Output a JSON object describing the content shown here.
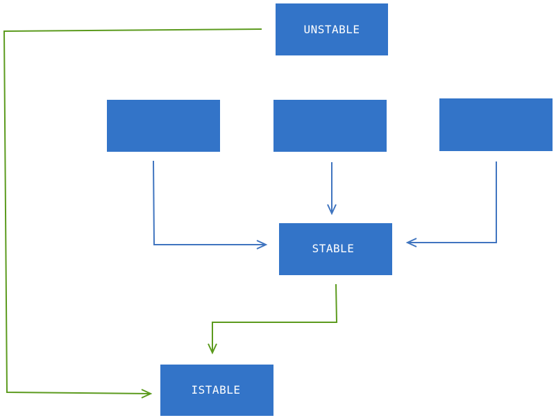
{
  "colors": {
    "box_fill": "#3374c8",
    "label_text": "#ffffff",
    "blue_connector": "#3f74bf",
    "green_connector": "#5b9a1d",
    "background": "#ffffff"
  },
  "nodes": {
    "unstable": {
      "label": "UNSTABLE"
    },
    "box_left": {
      "label": ""
    },
    "box_middle": {
      "label": ""
    },
    "box_right": {
      "label": ""
    },
    "stable": {
      "label": "STABLE"
    },
    "istable": {
      "label": "ISTABLE"
    }
  },
  "edges": [
    {
      "from": "box_left",
      "to": "stable",
      "color": "blue"
    },
    {
      "from": "box_middle",
      "to": "stable",
      "color": "blue"
    },
    {
      "from": "box_right",
      "to": "stable",
      "color": "blue"
    },
    {
      "from": "stable",
      "to": "istable",
      "color": "green"
    },
    {
      "from": "unstable",
      "to": "istable",
      "color": "green"
    }
  ]
}
